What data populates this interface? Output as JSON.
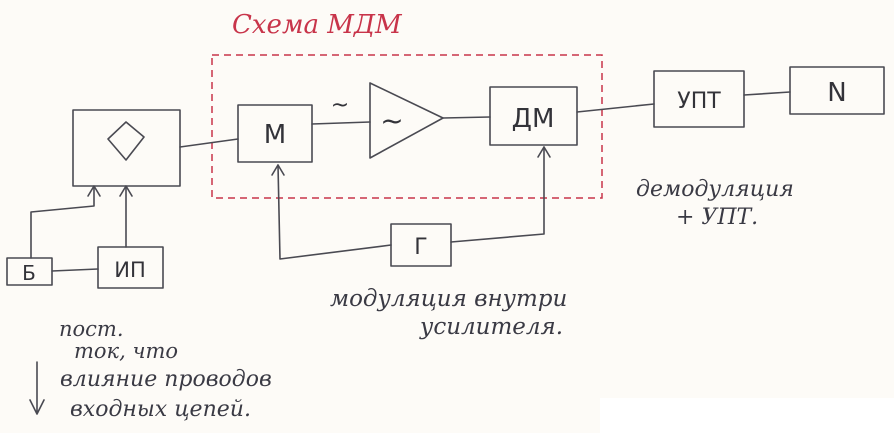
{
  "title": "Схема МДМ",
  "blocks": {
    "sensor": "◇",
    "battery": "Б",
    "power_supply": "ИП",
    "modulator": "М",
    "amplifier": "~",
    "demodulator": "ДМ",
    "dc_amplifier": "УПТ",
    "indicator": "N",
    "generator": "Г"
  },
  "wire_labels": {
    "ac_signal": "~"
  },
  "notes": {
    "demod_line1": "демодуляция",
    "demod_line2": "+ УПТ.",
    "modulation_line1": "модуляция внутри",
    "modulation_line2": "усилителя.",
    "dc_line1": "пост.",
    "dc_line2": "ток, что",
    "influence_line1": "влияние проводов",
    "influence_line2": "входных цепей."
  },
  "colors": {
    "ink": "#4a4a52",
    "accent": "#c8344a",
    "paper": "#fdfbf7"
  }
}
